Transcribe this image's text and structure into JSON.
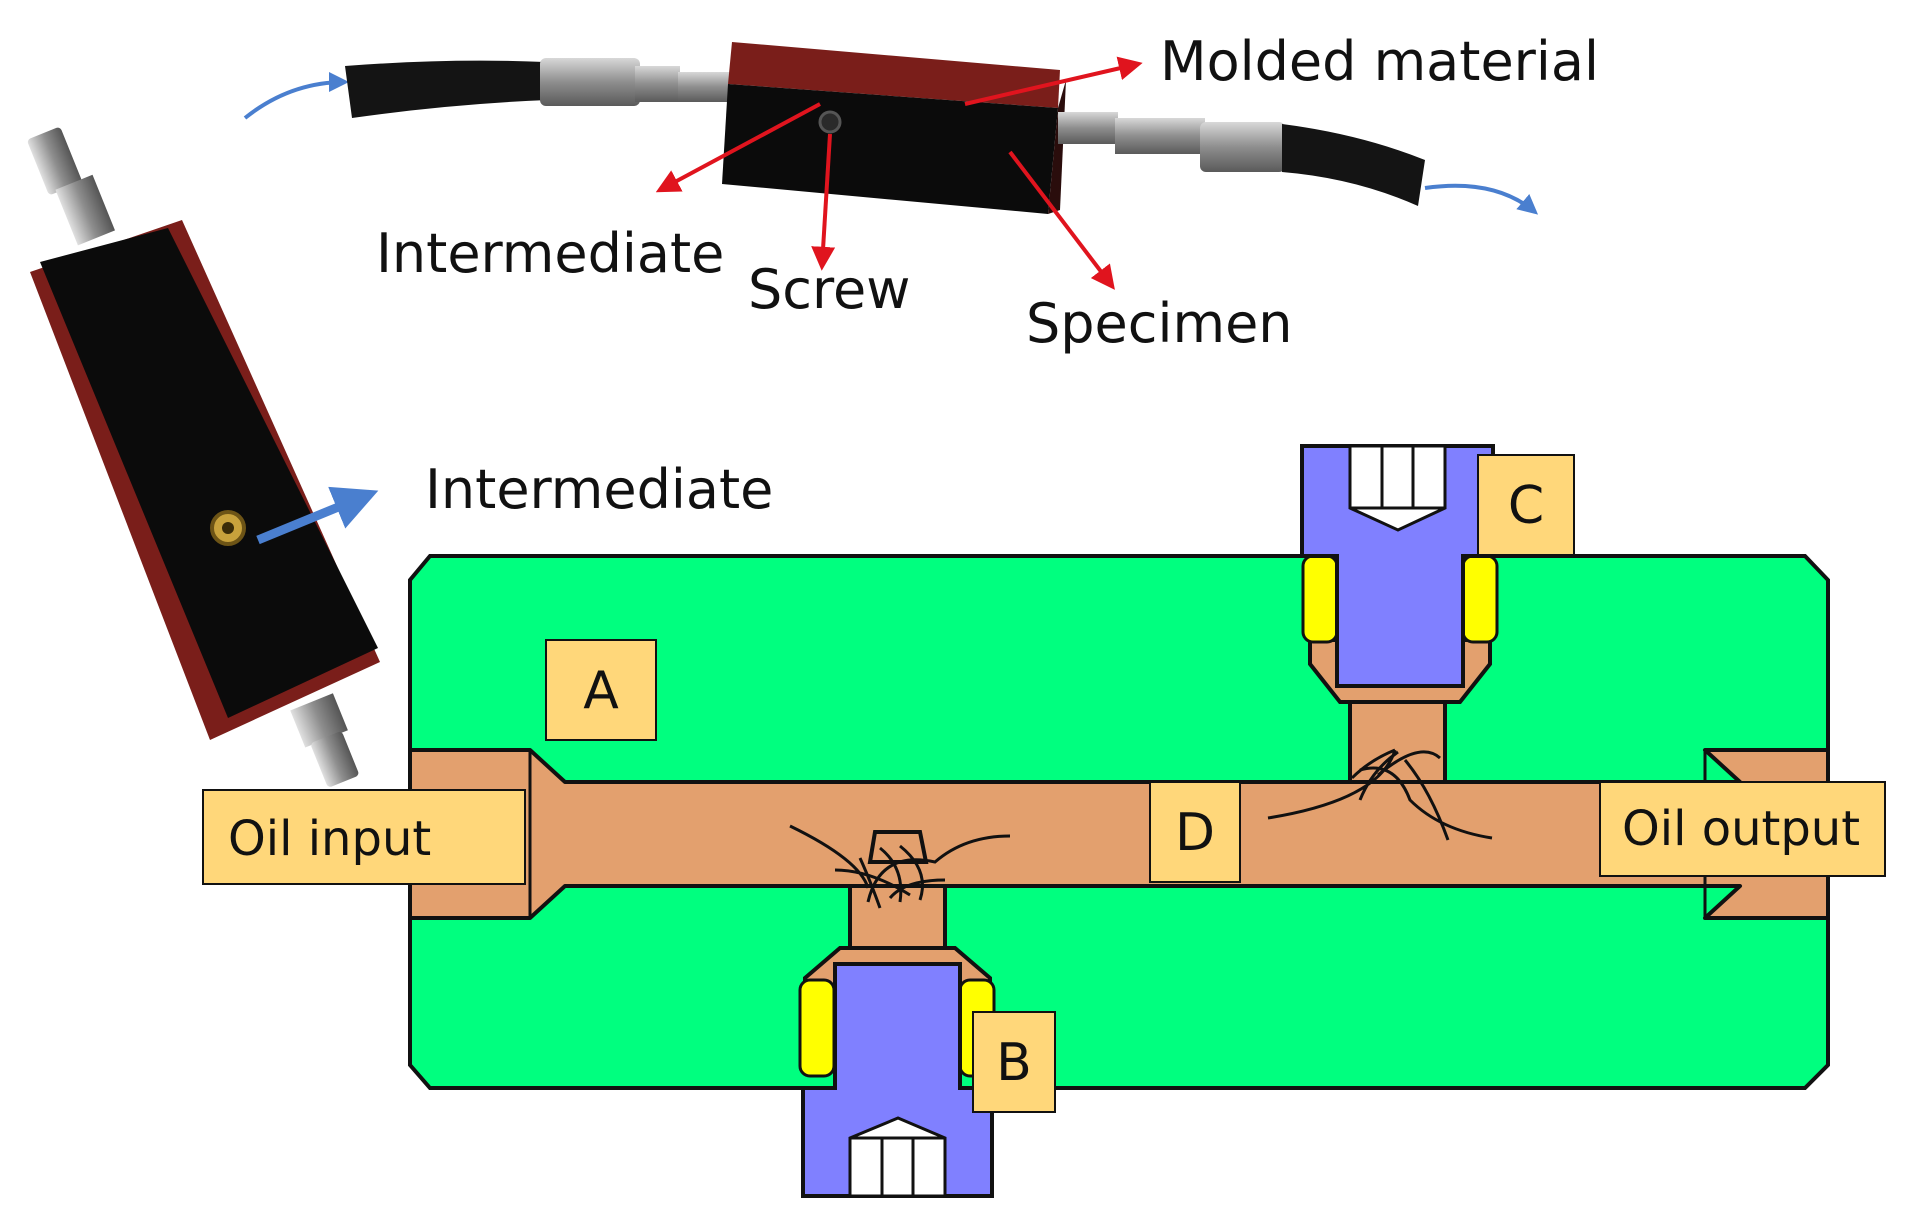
{
  "photo_labels": {
    "molded_material": "Molded material",
    "intermediate_top": "Intermediate",
    "screw": "Screw",
    "specimen": "Specimen",
    "intermediate_side": "Intermediate"
  },
  "diagram_labels": {
    "a": "A",
    "b": "B",
    "c": "C",
    "d": "D",
    "oil_input": "Oil input",
    "oil_output": "Oil output"
  },
  "colors": {
    "body_green": "#00ff7f",
    "channel_orange": "#e3a06e",
    "screw_blue": "#8080ff",
    "seal_yellow": "#ffff00",
    "label_box": "#ffd77a",
    "arrow_red": "#e0141e",
    "flow_blue": "#4a7fcf",
    "block_red": "#7a1e1a",
    "block_black": "#0b0b0b",
    "hose_black": "#141414",
    "fitting_metal": "#9a9a9a"
  },
  "icons": {
    "flow_in": "curved-arrow-icon",
    "flow_out": "curved-arrow-icon",
    "pointer": "arrow-icon"
  }
}
